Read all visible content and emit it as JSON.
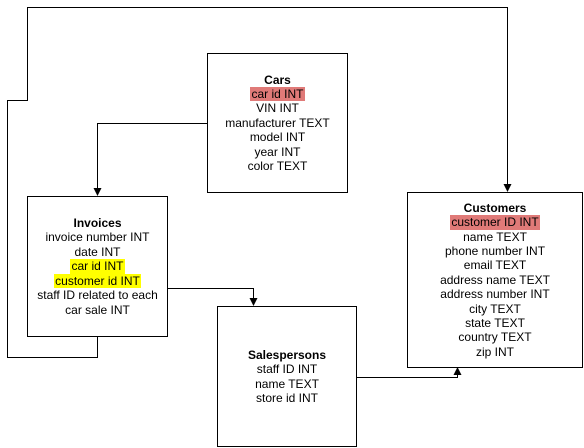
{
  "colors": {
    "line": "#000000",
    "primary_key_highlight": "#e07a78",
    "foreign_key_highlight": "#ffff00"
  },
  "tables": {
    "cars": {
      "title": "Cars",
      "fields": [
        {
          "label": "car id INT",
          "highlight": "primary"
        },
        {
          "label": "VIN INT",
          "highlight": "none"
        },
        {
          "label": "manufacturer TEXT",
          "highlight": "none"
        },
        {
          "label": "model INT",
          "highlight": "none"
        },
        {
          "label": "year INT",
          "highlight": "none"
        },
        {
          "label": "color TEXT",
          "highlight": "none"
        }
      ]
    },
    "invoices": {
      "title": "Invoices",
      "fields": [
        {
          "label": "invoice number INT",
          "highlight": "none"
        },
        {
          "label": "date INT",
          "highlight": "none"
        },
        {
          "label": "car id INT",
          "highlight": "foreign"
        },
        {
          "label": "customer id INT",
          "highlight": "foreign"
        },
        {
          "label": "staff ID related to each",
          "highlight": "none"
        },
        {
          "label": "car sale INT",
          "highlight": "none"
        }
      ]
    },
    "customers": {
      "title": "Customers",
      "fields": [
        {
          "label": "customer ID INT",
          "highlight": "primary"
        },
        {
          "label": "name TEXT",
          "highlight": "none"
        },
        {
          "label": "phone number INT",
          "highlight": "none"
        },
        {
          "label": "email TEXT",
          "highlight": "none"
        },
        {
          "label": "address name TEXT",
          "highlight": "none"
        },
        {
          "label": "address number INT",
          "highlight": "none"
        },
        {
          "label": "city TEXT",
          "highlight": "none"
        },
        {
          "label": "state TEXT",
          "highlight": "none"
        },
        {
          "label": "country TEXT",
          "highlight": "none"
        },
        {
          "label": "zip INT",
          "highlight": "none"
        }
      ]
    },
    "salespersons": {
      "title": "Salespersons",
      "fields": [
        {
          "label": "staff ID INT",
          "highlight": "none"
        },
        {
          "label": "name TEXT",
          "highlight": "none"
        },
        {
          "label": "store id INT",
          "highlight": "none"
        }
      ]
    }
  },
  "connectors": [
    {
      "name": "cars-to-invoices-connector",
      "from": "cars",
      "to": "invoices"
    },
    {
      "name": "invoices-to-customers-connector",
      "from": "invoices",
      "to": "customers"
    },
    {
      "name": "invoices-to-salespersons-connector",
      "from": "invoices",
      "to": "salespersons"
    },
    {
      "name": "salespersons-to-customers-connector",
      "from": "salespersons",
      "to": "customers"
    }
  ]
}
